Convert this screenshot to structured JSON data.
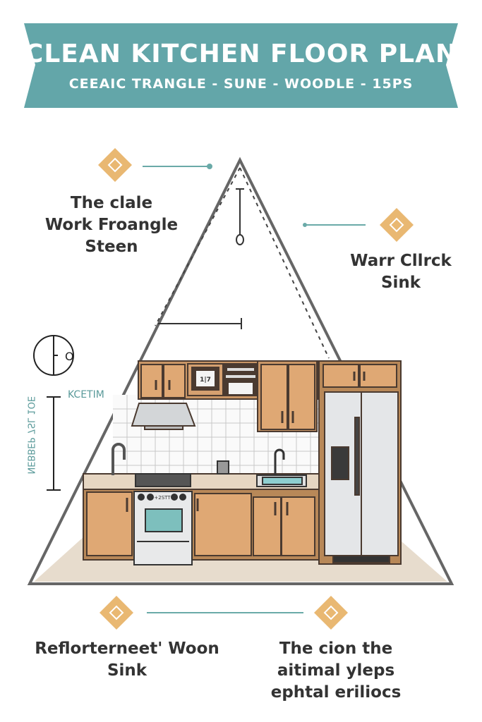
{
  "banner": {
    "title": "CLEAN KITCHEN FLOOR PLAN",
    "subtitle": "CEEAIC TRANGLE - SUNE - WOODLE - 15PS"
  },
  "callouts": [
    {
      "lines": [
        "The clale",
        "Work Froangle",
        "Steen"
      ],
      "icon": "diamond-icon"
    },
    {
      "lines": [
        "Warr Cllrck",
        "Sink"
      ],
      "icon": "diamond-icon"
    },
    {
      "lines": [
        "Reflorterneet' Woon",
        "Sink"
      ],
      "icon": "diamond-icon"
    },
    {
      "lines": [
        "The cion the",
        "aitimal yleps",
        "ephtal eriliocs"
      ],
      "icon": "diamond-icon"
    }
  ],
  "annotations": {
    "side_label": "KCETIM",
    "vertical_label": "NEBBEP 7SL 1OE",
    "circle_mark": "O",
    "microwave_display": "1|7",
    "oven_label": "+2STT"
  },
  "colors": {
    "banner": "#63a6a9",
    "accent": "#e9b872",
    "cabinet": "#dfa874",
    "floor": "#e7dccd"
  }
}
